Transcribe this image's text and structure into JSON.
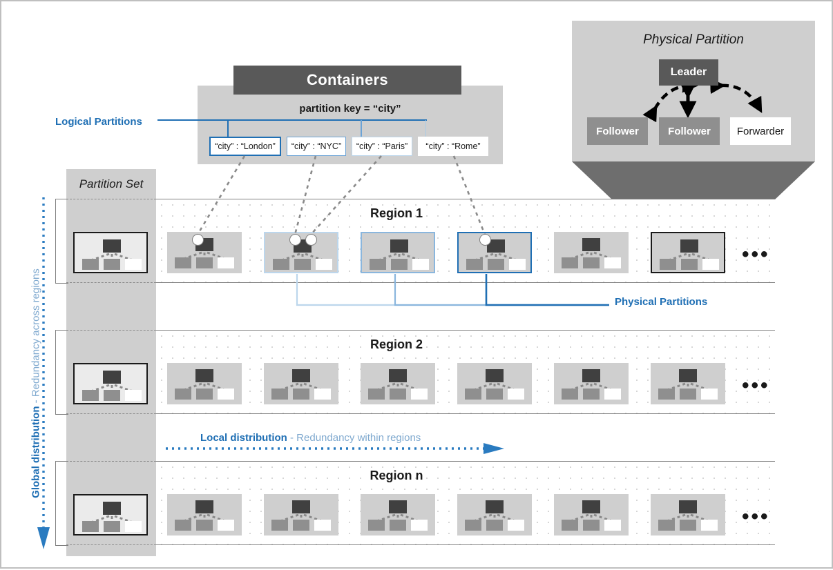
{
  "containers": {
    "header_label": "Containers",
    "partition_key_label": "partition key = “city”",
    "logical_partitions": [
      {
        "label": "“city” : “London”",
        "emphasis": "strong",
        "accent": "#1f6fb4"
      },
      {
        "label": "“city” : “NYC”",
        "emphasis": "medium",
        "accent": "#6ba3d6"
      },
      {
        "label": "“city” : “Paris”",
        "emphasis": "light",
        "accent": "#bcd6ec"
      },
      {
        "label": "“city” : “Rome”",
        "emphasis": "none",
        "accent": "#ffffff"
      }
    ]
  },
  "labels": {
    "logical_partitions": "Logical Partitions",
    "physical_partitions": "Physical Partitions",
    "partition_set": "Partition Set",
    "local_distribution_bold": "Local distribution",
    "local_distribution_sub": "- Redundancy within regions",
    "global_distribution_bold": "Global distribution",
    "global_distribution_sub": "- Redundancy across regions",
    "ellipsis": "•••"
  },
  "physical_partition_panel": {
    "title": "Physical Partition",
    "leader": "Leader",
    "nodes": [
      {
        "label": "Follower",
        "role": "follower"
      },
      {
        "label": "Follower",
        "role": "follower"
      },
      {
        "label": "Forwarder",
        "role": "forwarder"
      }
    ]
  },
  "regions": [
    {
      "name": "Region 1",
      "partition_count": 6,
      "has_more": true
    },
    {
      "name": "Region 2",
      "partition_count": 6,
      "has_more": true
    },
    {
      "name": "Region n",
      "partition_count": 6,
      "has_more": true
    }
  ],
  "colors": {
    "accent_blue": "#1f6fb4",
    "accent_blue_mid": "#6ba3d6",
    "accent_blue_light": "#bcd6ec",
    "panel_gray": "#cfcfcf",
    "header_gray": "#595959",
    "leader_gray": "#404040",
    "follower_gray": "#8f8f8f",
    "forwarder_white": "#ffffff",
    "frame_gray": "#bfbfbf"
  }
}
